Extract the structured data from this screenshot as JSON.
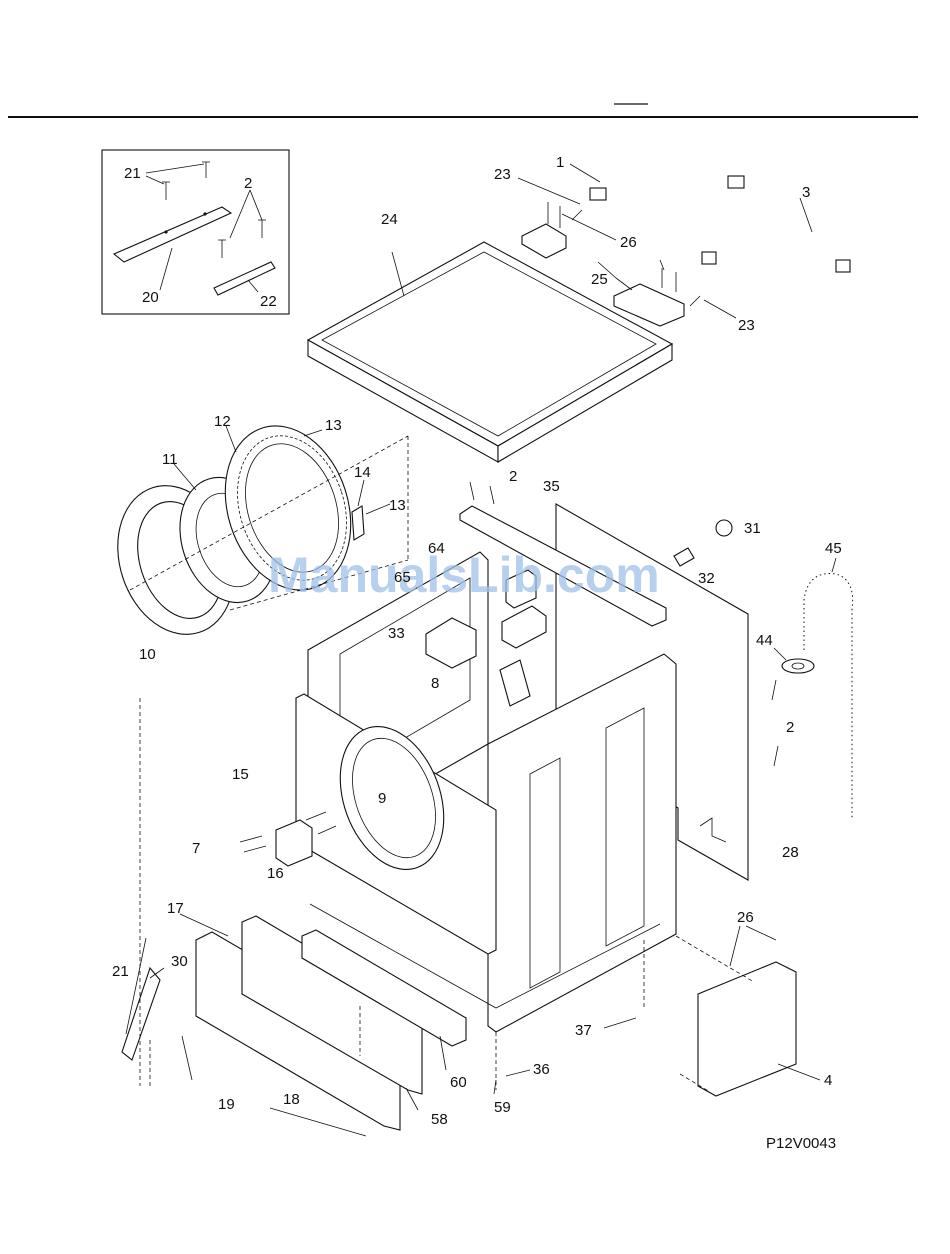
{
  "figure_code": "P12V0043",
  "watermark": "ManualsLib.com",
  "callouts": [
    {
      "id": "c1",
      "text": "1"
    },
    {
      "id": "c3",
      "text": "3"
    },
    {
      "id": "c23a",
      "text": "23"
    },
    {
      "id": "c23b",
      "text": "23"
    },
    {
      "id": "c24",
      "text": "24"
    },
    {
      "id": "c26a",
      "text": "26"
    },
    {
      "id": "c25",
      "text": "25"
    },
    {
      "id": "c21a",
      "text": "21"
    },
    {
      "id": "c2a",
      "text": "2"
    },
    {
      "id": "c20",
      "text": "20"
    },
    {
      "id": "c22",
      "text": "22"
    },
    {
      "id": "c12",
      "text": "12"
    },
    {
      "id": "c13a",
      "text": "13"
    },
    {
      "id": "c11",
      "text": "11"
    },
    {
      "id": "c14",
      "text": "14"
    },
    {
      "id": "c13b",
      "text": "13"
    },
    {
      "id": "c10",
      "text": "10"
    },
    {
      "id": "c2b",
      "text": "2"
    },
    {
      "id": "c35",
      "text": "35"
    },
    {
      "id": "c31",
      "text": "31"
    },
    {
      "id": "c64",
      "text": "64"
    },
    {
      "id": "c65",
      "text": "65"
    },
    {
      "id": "c32",
      "text": "32"
    },
    {
      "id": "c45",
      "text": "45"
    },
    {
      "id": "c33",
      "text": "33"
    },
    {
      "id": "c44",
      "text": "44"
    },
    {
      "id": "c8",
      "text": "8"
    },
    {
      "id": "c2c",
      "text": "2"
    },
    {
      "id": "c15",
      "text": "15"
    },
    {
      "id": "c9",
      "text": "9"
    },
    {
      "id": "c7",
      "text": "7"
    },
    {
      "id": "c16",
      "text": "16"
    },
    {
      "id": "c28",
      "text": "28"
    },
    {
      "id": "c17",
      "text": "17"
    },
    {
      "id": "c26b",
      "text": "26"
    },
    {
      "id": "c21b",
      "text": "21"
    },
    {
      "id": "c30",
      "text": "30"
    },
    {
      "id": "c37",
      "text": "37"
    },
    {
      "id": "c36",
      "text": "36"
    },
    {
      "id": "c60",
      "text": "60"
    },
    {
      "id": "c4",
      "text": "4"
    },
    {
      "id": "c19",
      "text": "19"
    },
    {
      "id": "c18",
      "text": "18"
    },
    {
      "id": "c58",
      "text": "58"
    },
    {
      "id": "c59",
      "text": "59"
    }
  ]
}
